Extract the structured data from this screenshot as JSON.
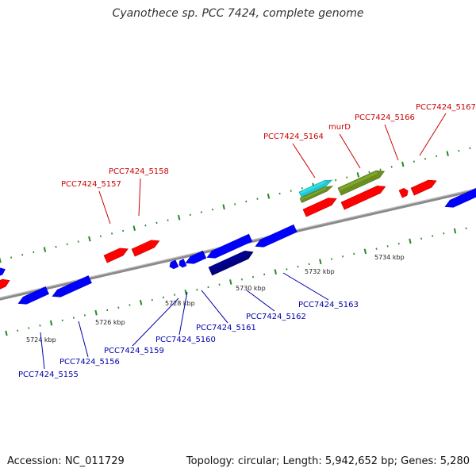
{
  "header": {
    "title": "Cyanothece sp. PCC 7424, complete genome"
  },
  "footer": {
    "accession": "Accession: NC_011729",
    "info": "Topology: circular; Length: 5,942,652 bp; Genes: 5,280"
  },
  "colors": {
    "backbone": "#8a8a8a",
    "forward_gene": "#ff0000",
    "reverse_gene": "#0000ff",
    "cyan_gene": "#22c9d4",
    "olive_gene": "#6b8e23",
    "navy_gene": "#000080",
    "forward_label": "#cc0000",
    "reverse_label": "#0000aa",
    "tick_mark": "#228b22"
  },
  "scale_labels": [
    "5724 kbp",
    "5726 kbp",
    "5728 kbp",
    "5730 kbp",
    "5732 kbp",
    "5734 kbp"
  ],
  "forward_gene_labels": [
    "PCC7424_5157",
    "PCC7424_5158",
    "PCC7424_5164",
    "murD",
    "PCC7424_5166",
    "PCC7424_5167"
  ],
  "reverse_gene_labels": [
    "PCC7424_5155",
    "PCC7424_5156",
    "PCC7424_5159",
    "PCC7424_5160",
    "PCC7424_5161",
    "PCC7424_5162",
    "PCC7424_5163"
  ]
}
